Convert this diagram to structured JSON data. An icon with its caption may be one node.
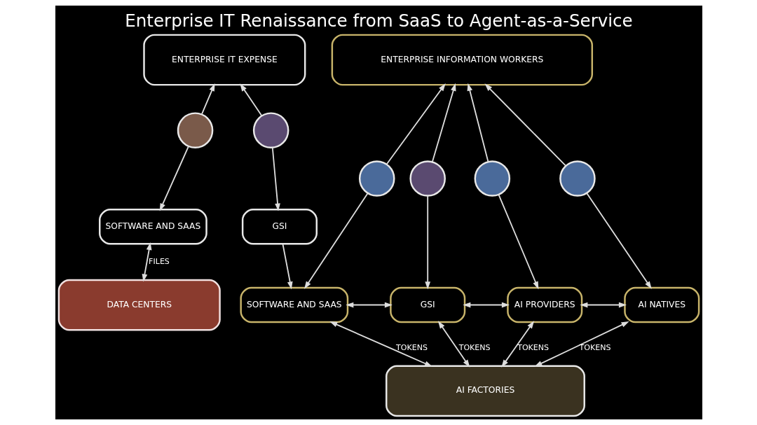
{
  "diagram": {
    "title": "Enterprise IT Renaissance from SaaS to Agent-as-a-Service",
    "nodes": [
      {
        "text": [
          "ENTERPRISE IT EXPENSE"
        ]
      },
      {
        "text": [],
        "shape": "circle"
      },
      {
        "text": [],
        "shape": "circle"
      },
      {
        "text": [
          "SOFTWARE AND SAAS"
        ]
      },
      {
        "text": [
          "GSI"
        ]
      },
      {
        "text": [
          "DATA CENTERS"
        ]
      },
      {
        "text": [
          "ENTERPRISE INFORMATION WORKERS"
        ]
      },
      {
        "text": [],
        "shape": "circle"
      },
      {
        "text": [],
        "shape": "circle"
      },
      {
        "text": [],
        "shape": "circle"
      },
      {
        "text": [],
        "shape": "circle"
      },
      {
        "text": [
          "SOFTWARE AND SAAS"
        ]
      },
      {
        "text": [
          "GSI"
        ]
      },
      {
        "text": [
          "AI PROVIDERS"
        ]
      },
      {
        "text": [
          "AI NATIVES"
        ]
      },
      {
        "text": [
          "AI FACTORIES"
        ]
      }
    ],
    "edges": [
      {
        "from": 1,
        "to": 0,
        "arrow": "to"
      },
      {
        "from": 1,
        "to": 3,
        "arrow": "to"
      },
      {
        "from": 2,
        "to": 0,
        "arrow": "to"
      },
      {
        "from": 2,
        "to": 4,
        "arrow": "to"
      },
      {
        "from": 3,
        "to": 5,
        "arrow": "both",
        "label": "FILES"
      },
      {
        "from": 4,
        "to": 11,
        "arrow": "to"
      },
      {
        "from": 7,
        "to": 6,
        "arrow": "to"
      },
      {
        "from": 7,
        "to": 11,
        "arrow": "to"
      },
      {
        "from": 8,
        "to": 6,
        "arrow": "to"
      },
      {
        "from": 8,
        "to": 12,
        "arrow": "to"
      },
      {
        "from": 9,
        "to": 6,
        "arrow": "to"
      },
      {
        "from": 9,
        "to": 13,
        "arrow": "to"
      },
      {
        "from": 10,
        "to": 6,
        "arrow": "to"
      },
      {
        "from": 10,
        "to": 14,
        "arrow": "to"
      },
      {
        "from": 11,
        "to": 12,
        "arrow": "both"
      },
      {
        "from": 12,
        "to": 13,
        "arrow": "both"
      },
      {
        "from": 13,
        "to": 14,
        "arrow": "both"
      },
      {
        "from": 11,
        "to": 15,
        "arrow": "both",
        "label": "TOKENS"
      },
      {
        "from": 12,
        "to": 15,
        "arrow": "both",
        "label": "TOKENS"
      },
      {
        "from": 13,
        "to": 15,
        "arrow": "both",
        "label": "TOKENS"
      },
      {
        "from": 14,
        "to": 15,
        "arrow": "both",
        "label": "TOKENS"
      }
    ]
  }
}
